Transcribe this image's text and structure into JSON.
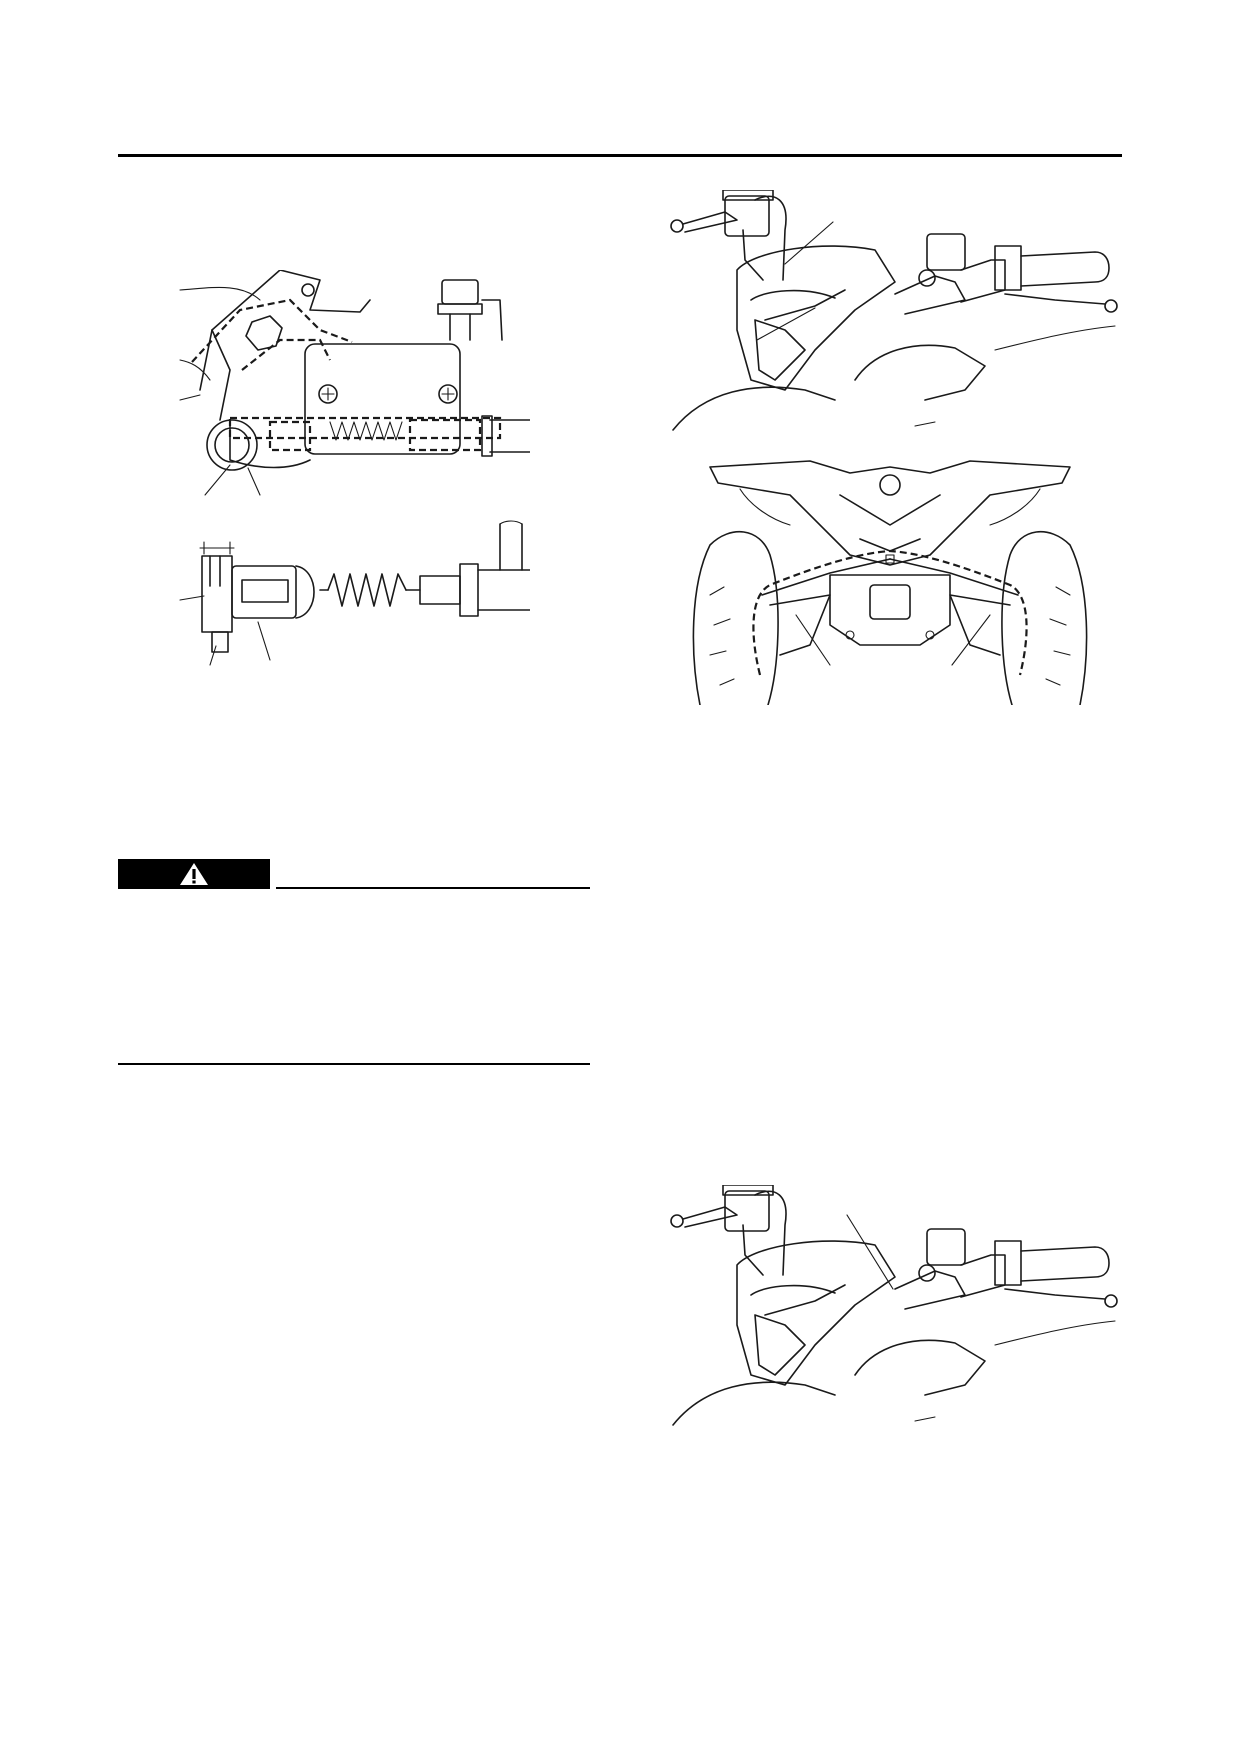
{
  "header": {
    "rule_color": "#000000"
  },
  "warning_box": {
    "icon": "warning-triangle-icon",
    "background": "#000000",
    "label": ""
  },
  "figures": [
    {
      "id": "brake-lever-pivot-detail",
      "icon": "brake-lever-assembly-illustration"
    },
    {
      "id": "handlebar-left-view",
      "icon": "atv-handlebar-illustration"
    },
    {
      "id": "front-wheels-cable-routing",
      "icon": "atv-front-wheels-illustration"
    },
    {
      "id": "handlebar-right-view",
      "icon": "atv-handlebar-illustration"
    }
  ]
}
